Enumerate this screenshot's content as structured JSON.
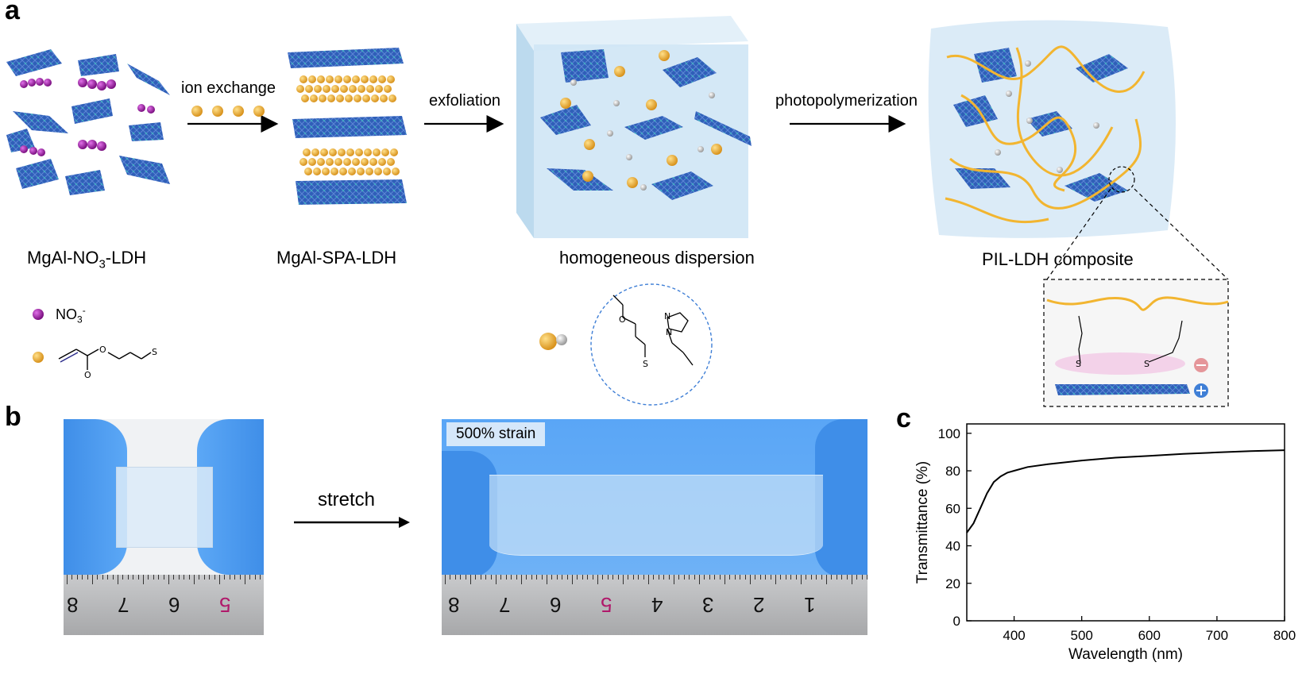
{
  "figure": {
    "panel_a": {
      "letter": "a",
      "stages": {
        "s1": "MgAl-NO",
        "s1_sub": "3",
        "s1_tail": "-LDH",
        "s2": "MgAl-SPA-LDH",
        "s3": "homogeneous dispersion",
        "s4": "PIL-LDH  composite"
      },
      "arrows": {
        "a1": "ion exchange",
        "a2": "exfoliation",
        "a3": "photopolymerization"
      },
      "legend": {
        "nitrate": "NO",
        "nitrate_sub": "3",
        "nitrate_sup": "-"
      },
      "chem": {
        "O": "O",
        "S": "S",
        "N": "N"
      }
    },
    "panel_b": {
      "letter": "b",
      "stretch": "stretch",
      "strain": "500% strain",
      "ruler_left": [
        "8",
        "7",
        "6",
        "5"
      ],
      "ruler_right": [
        "8",
        "7",
        "6",
        "5",
        "4",
        "3",
        "2",
        "1"
      ]
    },
    "panel_c": {
      "letter": "c"
    },
    "colors": {
      "ldh_blue": "#2f5fb8",
      "ldh_node": "#35c6b8",
      "spa_gold": "#f0b43a",
      "nitrate_purple": "#a21fa8",
      "polymer_gold": "#f2b530",
      "dispersion_bg": "#cfe6f5",
      "glove_blue": "#4f9bf0"
    }
  },
  "chart_data": {
    "type": "line",
    "title": "",
    "xlabel": "Wavelength (nm)",
    "ylabel": "Transmittance (%)",
    "xlim": [
      330,
      800
    ],
    "ylim": [
      0,
      105
    ],
    "xticks": [
      400,
      500,
      600,
      700,
      800
    ],
    "yticks": [
      0,
      20,
      40,
      60,
      80,
      100
    ],
    "grid": false,
    "series": [
      {
        "x": [
          330,
          340,
          350,
          360,
          370,
          380,
          390,
          400,
          420,
          450,
          500,
          550,
          600,
          650,
          700,
          750,
          800
        ],
        "values": [
          47,
          52,
          60,
          68,
          74,
          77,
          79,
          80,
          82,
          83.5,
          85.5,
          87,
          88,
          89,
          89.8,
          90.5,
          91
        ]
      }
    ]
  }
}
